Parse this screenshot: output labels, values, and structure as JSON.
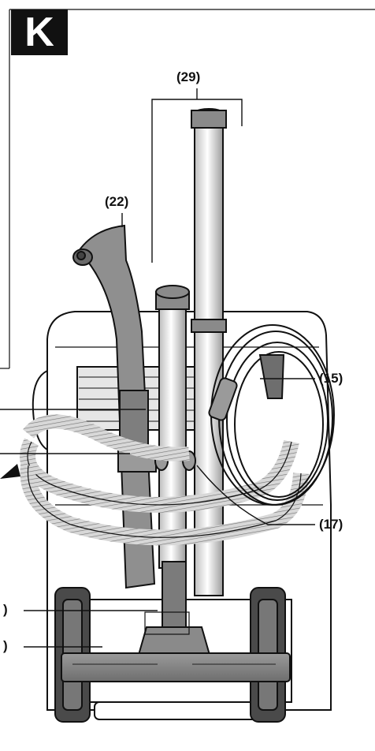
{
  "figure": {
    "panel_letter": "K",
    "callouts": {
      "c29": "(29)",
      "c22": "(22)",
      "c15": "(15)",
      "c17": "(17)",
      "cLeft1": ")",
      "cLeft2": ")"
    }
  },
  "colors": {
    "ink": "#111111",
    "body_fill": "#ffffff",
    "part_gray": "#8a8a8a",
    "dark_gray": "#555555",
    "light_gray": "#cfcfcf"
  }
}
